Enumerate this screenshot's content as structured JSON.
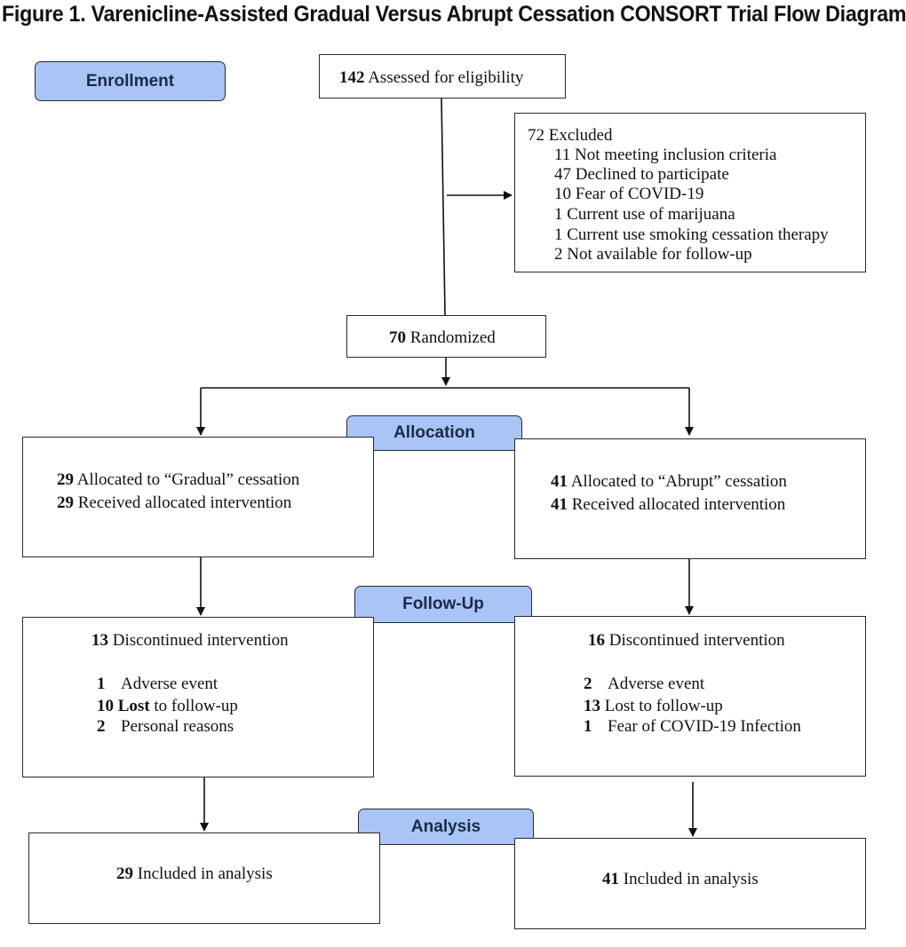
{
  "title": "Figure 1. Varenicline-Assisted Gradual Versus Abrupt Cessation CONSORT Trial Flow Diagram",
  "phases": {
    "enrollment": "Enrollment",
    "allocation": "Allocation",
    "followup": "Follow-Up",
    "analysis": "Analysis"
  },
  "assessed": {
    "count": "142",
    "label": "Assessed for eligibility"
  },
  "excluded": {
    "header": "72 Excluded",
    "reasons": [
      "11 Not meeting inclusion criteria",
      "47 Declined to participate",
      "10 Fear of COVID-19",
      "1 Current use of marijuana",
      "1 Current use smoking cessation therapy",
      "2 Not available for follow-up"
    ]
  },
  "randomized": {
    "count": "70",
    "label": "Randomized"
  },
  "gradual": {
    "allocated_count": "29",
    "allocated_label": "Allocated to “Gradual” cessation",
    "received_count": "29",
    "received_label": "Received allocated intervention",
    "discontinued_count": "13",
    "discontinued_label": "Discontinued intervention",
    "reasons": [
      {
        "count": "1",
        "pre": "",
        "bold": "",
        "text": "Adverse event"
      },
      {
        "count": "10",
        "pre": "",
        "bold": "Lost",
        "text": " to follow-up"
      },
      {
        "count": "2",
        "pre": "",
        "bold": "",
        "text": "Personal reasons"
      }
    ],
    "analysis_count": "29",
    "analysis_label": "Included in analysis"
  },
  "abrupt": {
    "allocated_count": "41",
    "allocated_label": "Allocated to “Abrupt” cessation",
    "received_count": "41",
    "received_label": "Received allocated intervention",
    "discontinued_count": "16",
    "discontinued_label": "Discontinued intervention",
    "reasons": [
      {
        "count": "2",
        "pre": "",
        "bold": "",
        "text": "Adverse event"
      },
      {
        "count": "13",
        "pre": "",
        "bold": "",
        "text": "Lost to follow-up"
      },
      {
        "count": "1",
        "pre": "",
        "bold": "",
        "text": "Fear of COVID-19 Infection"
      }
    ],
    "analysis_count": "41",
    "analysis_label": "Included in analysis"
  }
}
